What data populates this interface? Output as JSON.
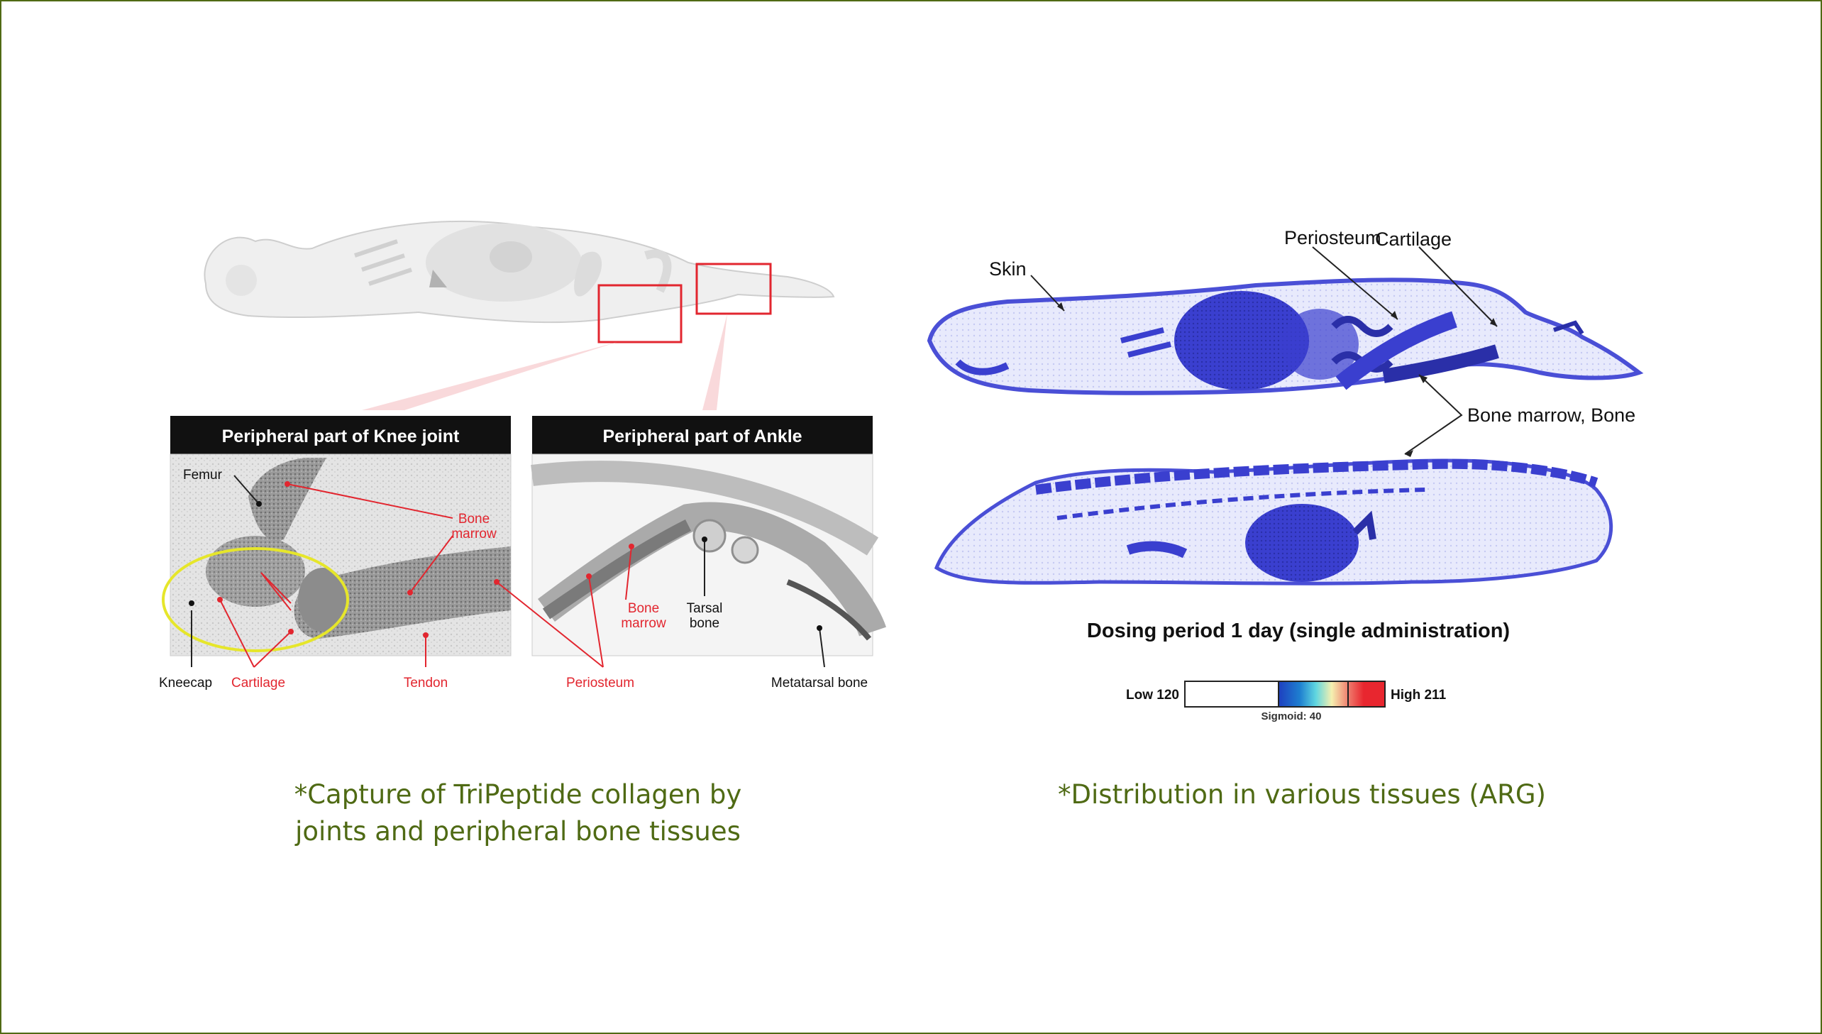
{
  "left_figure": {
    "panel_knee_title": "Peripheral part of Knee joint",
    "panel_ankle_title": "Peripheral part of Ankle",
    "labels": {
      "femur": "Femur",
      "bone_marrow_line1": "Bone",
      "bone_marrow_line2": "marrow",
      "kneecap": "Kneecap",
      "cartilage": "Cartilage",
      "tendon": "Tendon",
      "periosteum": "Periosteum",
      "tarsal_line1": "Tarsal",
      "tarsal_line2": "bone",
      "metatarsal": "Metatarsal bone"
    }
  },
  "right_figure": {
    "labels": {
      "skin": "Skin",
      "periosteum": "Periosteum",
      "cartilage": "Cartilage",
      "bone_marrow_bone": "Bone marrow, Bone"
    },
    "dosing_text": "Dosing period  1 day (single administration)",
    "scale": {
      "low": "Low 120",
      "high": "High 211",
      "sigmoid": "Sigmoid: 40"
    }
  },
  "captions": {
    "left_line1": "*Capture of TriPeptide collagen by",
    "left_line2": "joints and peripheral bone tissues",
    "right": "*Distribution in various tissues (ARG)"
  },
  "colors": {
    "caption": "#4f6a14",
    "label_red": "#e2262f",
    "stain_blue": "#3a3fcf",
    "highlight_yellow": "#e6e62a"
  }
}
